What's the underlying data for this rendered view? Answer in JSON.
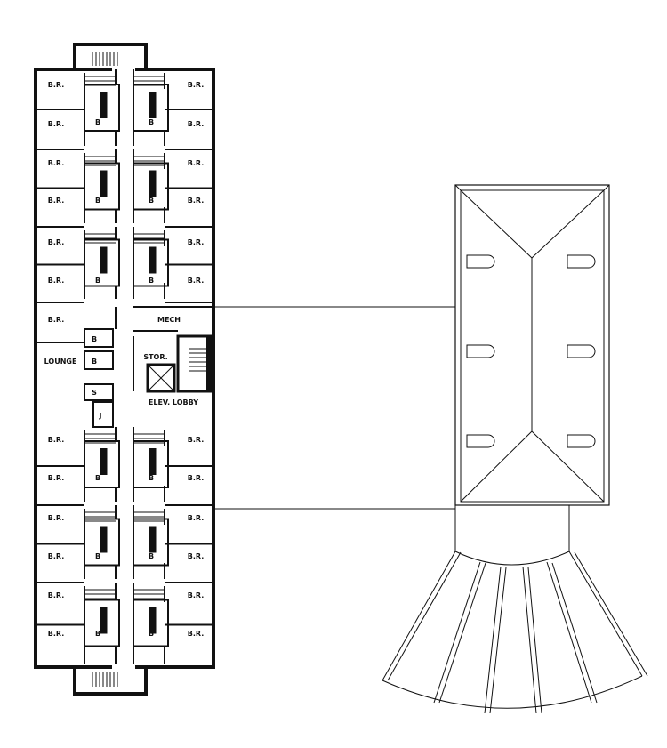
{
  "labels": {
    "bedroom": "B.R.",
    "bath": "B",
    "mech": "MECH",
    "storage": "STOR.",
    "lounge": "LOUNGE",
    "elevator_lobby": "ELEV. LOBBY",
    "janitor": "J",
    "shower": "S"
  },
  "colors": {
    "ink": "#111111",
    "paper": "#ffffff"
  }
}
